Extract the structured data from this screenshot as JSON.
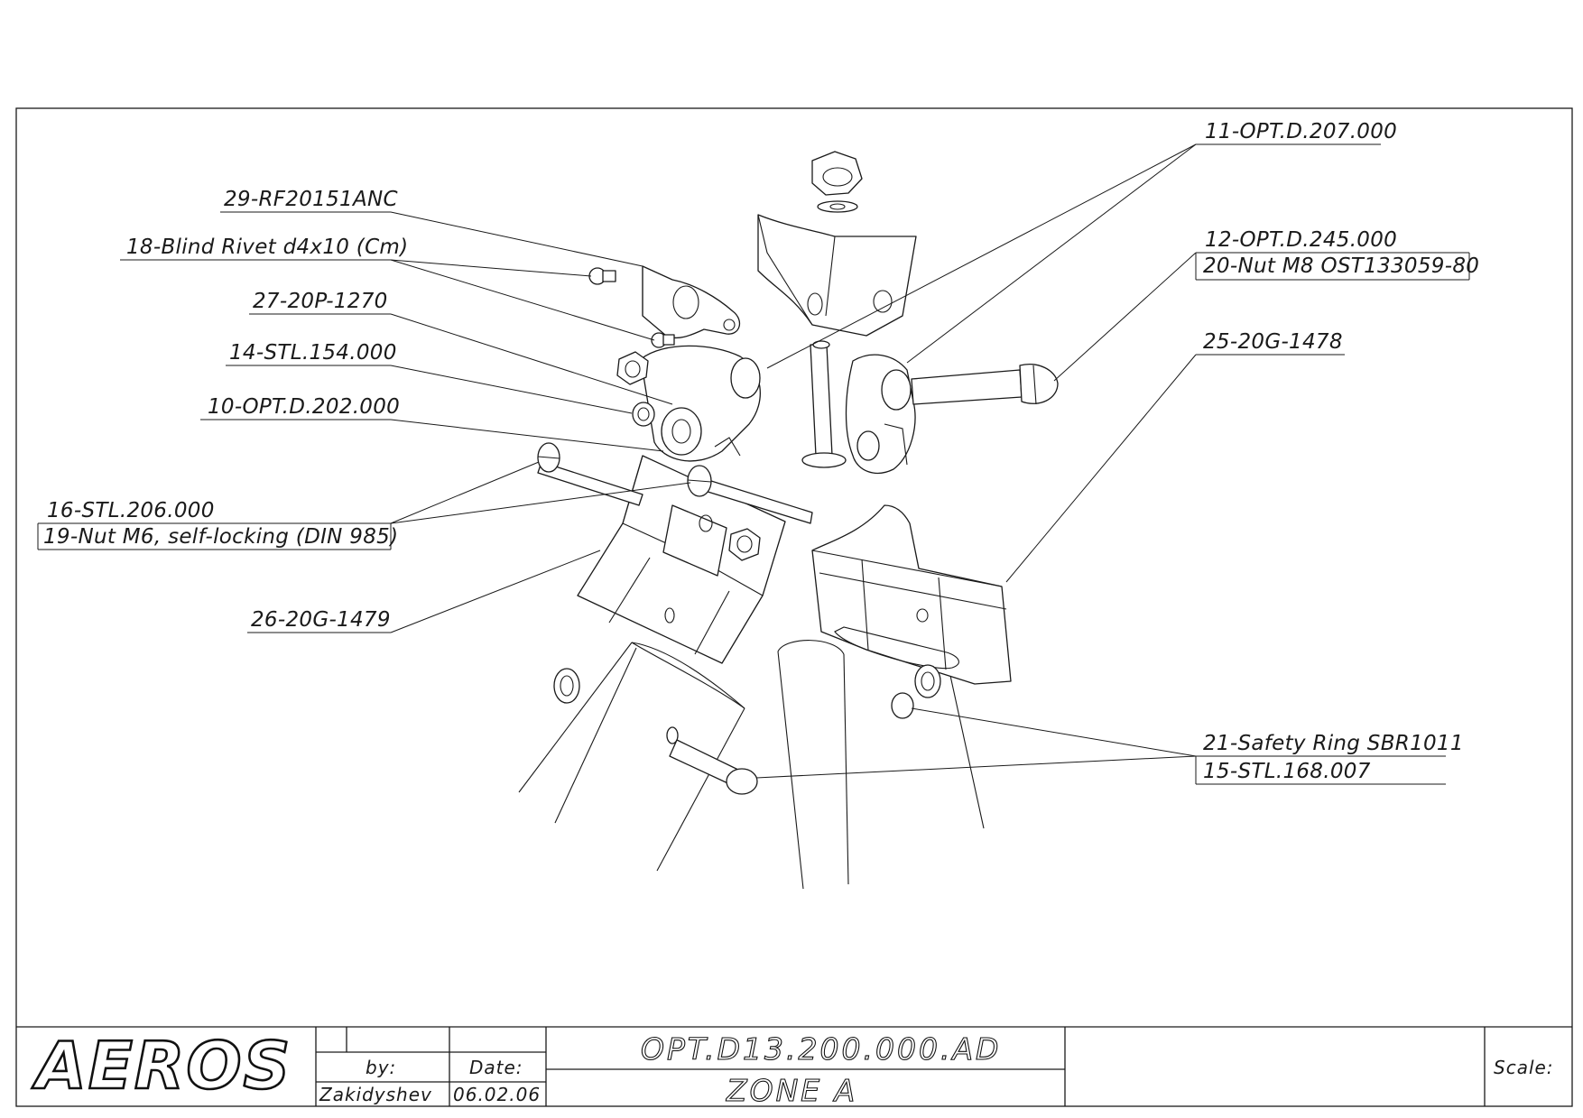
{
  "callouts": [
    {
      "id": "c11",
      "text": "11-OPT.D.207.000"
    },
    {
      "id": "c29",
      "text": "29-RF20151ANC"
    },
    {
      "id": "c18",
      "text": "18-Blind Rivet d4x10 (Cm)"
    },
    {
      "id": "c12",
      "text": "12-OPT.D.245.000"
    },
    {
      "id": "c20",
      "text": "20-Nut M8 OST133059-80"
    },
    {
      "id": "c27",
      "text": "27-20P-1270"
    },
    {
      "id": "c25",
      "text": "25-20G-1478"
    },
    {
      "id": "c14",
      "text": "14-STL.154.000"
    },
    {
      "id": "c10",
      "text": "10-OPT.D.202.000"
    },
    {
      "id": "c16",
      "text": "16-STL.206.000"
    },
    {
      "id": "c19",
      "text": "19-Nut M6, self-locking (DIN 985)"
    },
    {
      "id": "c26",
      "text": "26-20G-1479"
    },
    {
      "id": "c21",
      "text": "21-Safety Ring SBR1011"
    },
    {
      "id": "c15",
      "text": "15-STL.168.007"
    }
  ],
  "title_block": {
    "logo": "AEROS",
    "by_label": "by:",
    "by_value": "Zakidyshev",
    "date_label": "Date:",
    "date_value": "06.02.06",
    "drawing_number": "OPT.D13.200.000.AD",
    "drawing_title": "ZONE A",
    "scale_label": "Scale:"
  }
}
